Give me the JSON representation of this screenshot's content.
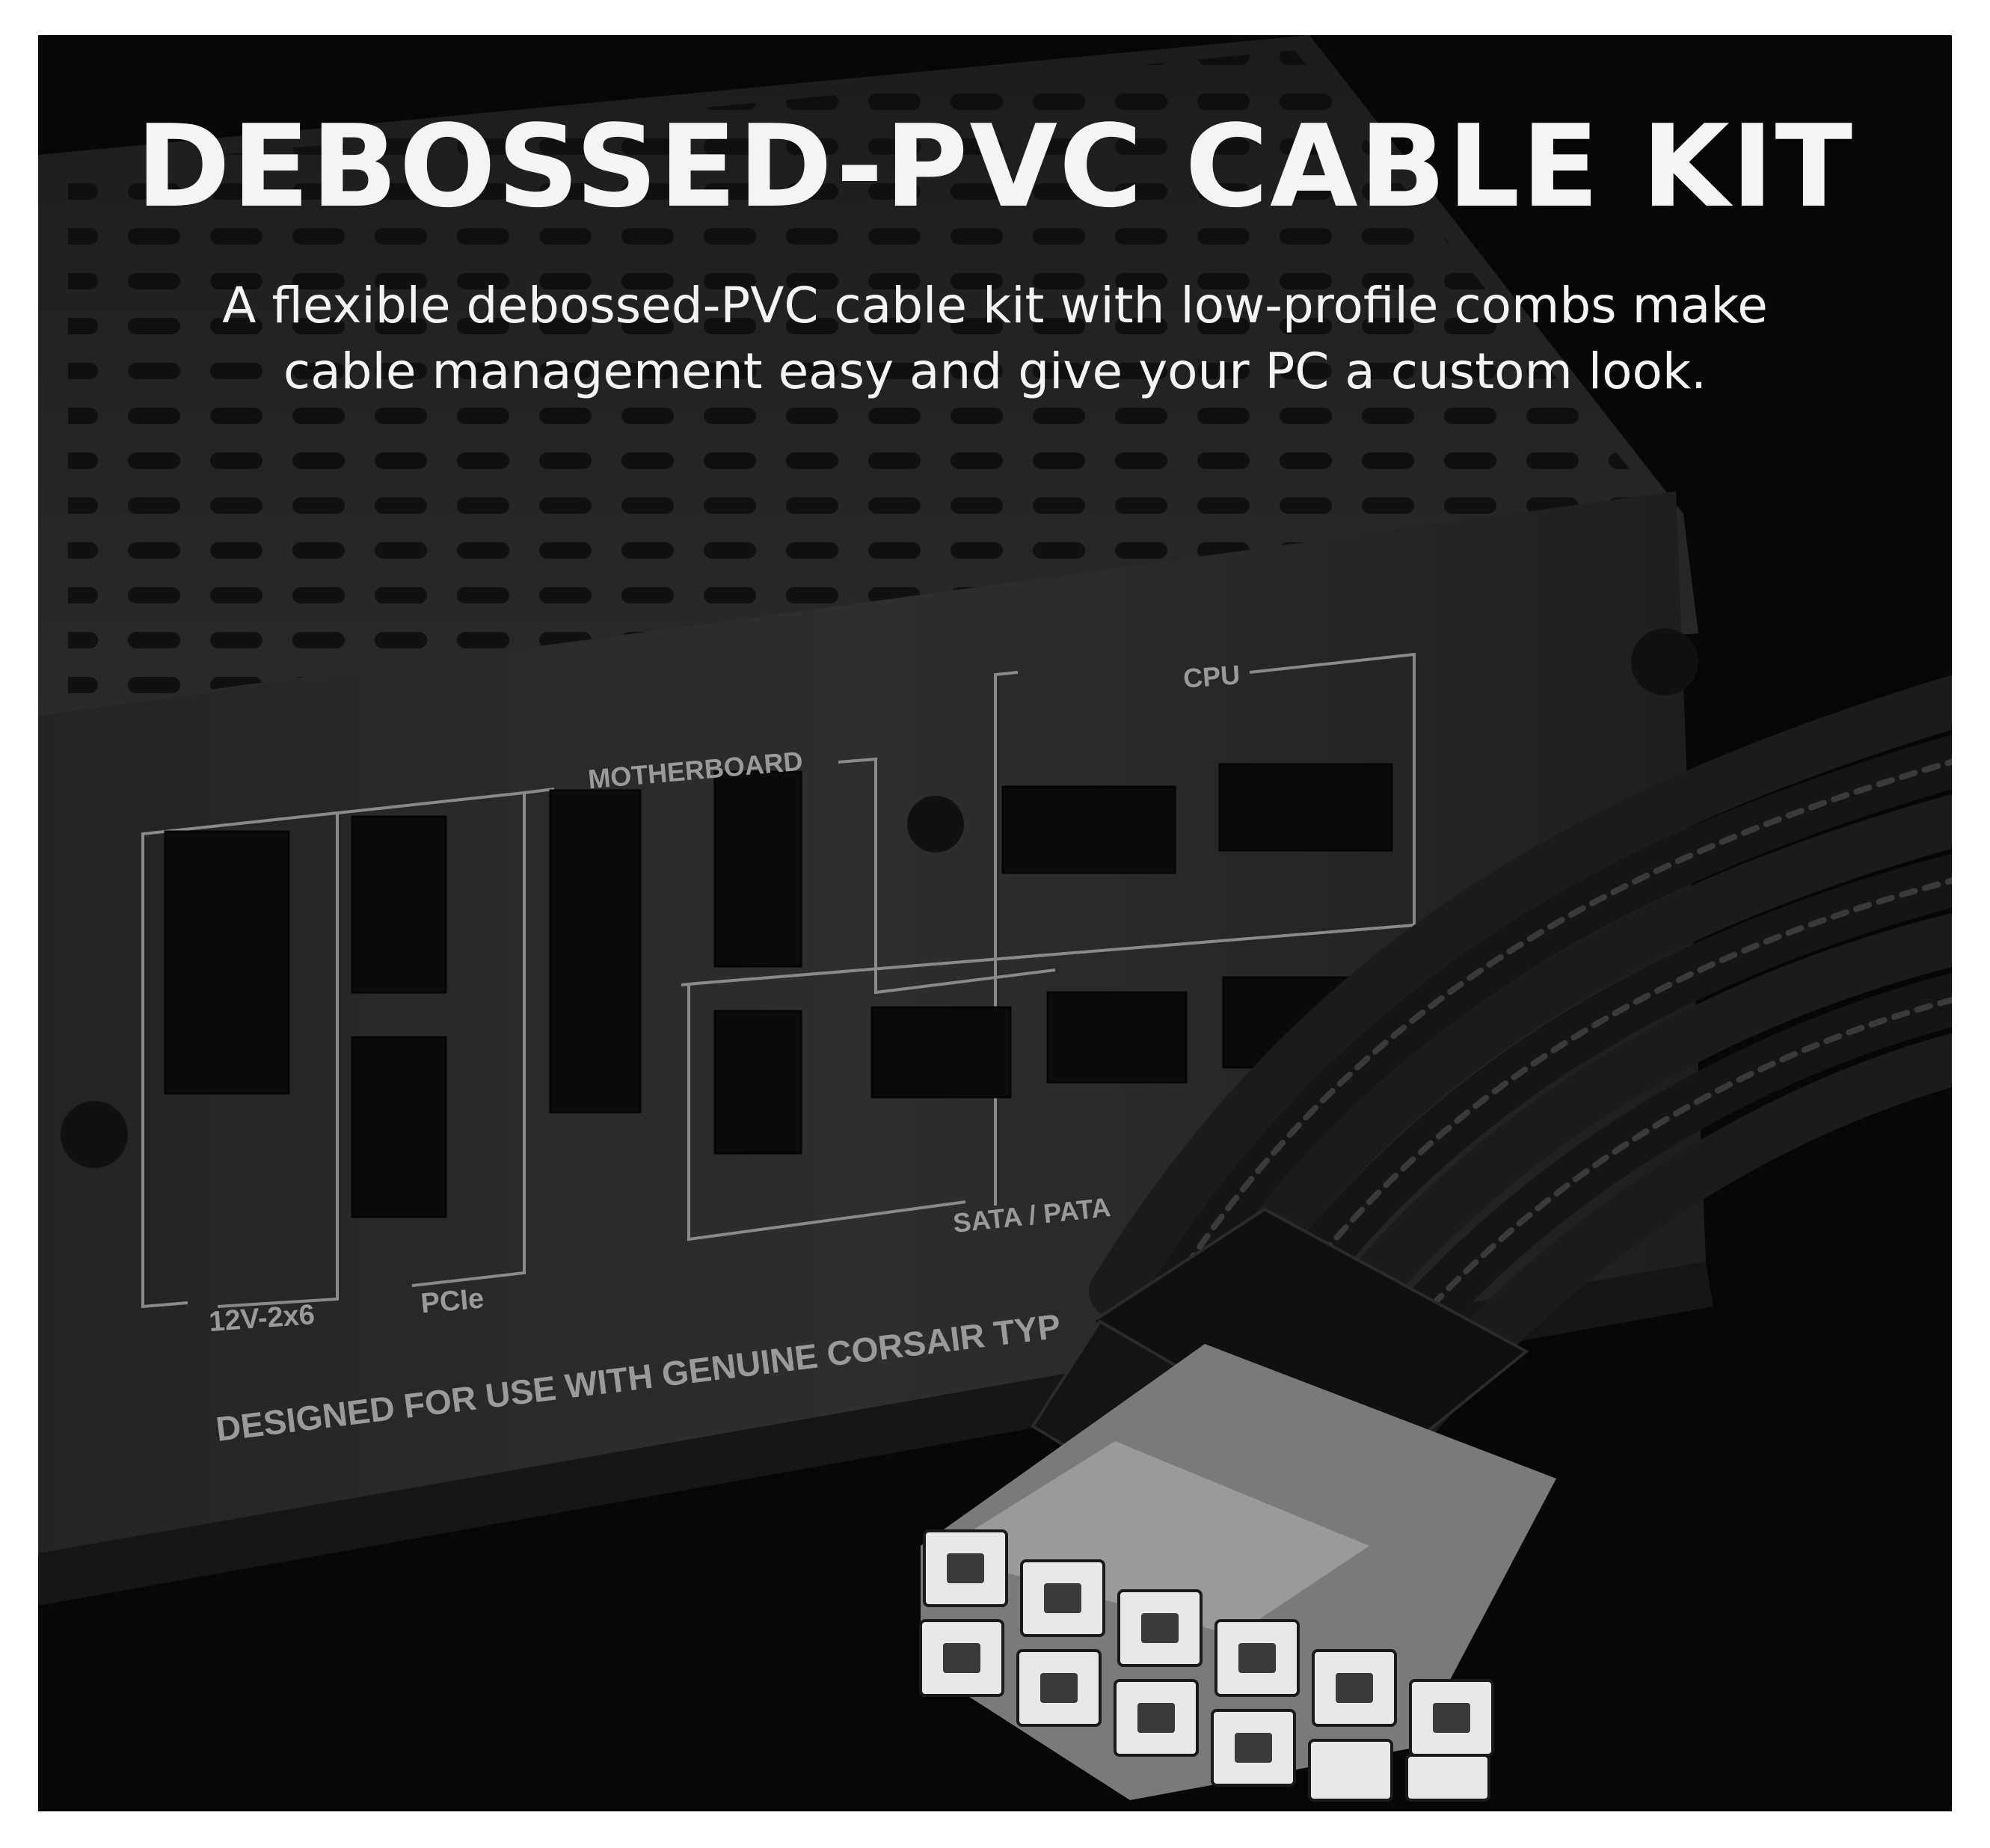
{
  "headline": {
    "title": "DEBOSSED-PVC CABLE KIT",
    "subtitle_line1": "A flexible debossed-PVC cable kit with low-profile combs make",
    "subtitle_line2": "cable management easy and give your PC a custom look."
  },
  "psu_panel": {
    "labels": {
      "cpu": "CPU",
      "motherboard": "MOTHERBOARD",
      "sata_pata": "SATA / PATA",
      "pcie": "PCIe",
      "twelve_v": "12V-2x6",
      "notice": "DESIGNED FOR USE WITH GENUINE CORSAIR TYP"
    }
  },
  "colors": {
    "background": "#070707",
    "frame_border": "#ffffff",
    "title_text": "#f4f4f4",
    "label_text": "#9a9a9a",
    "connector_white": "#e8e8e8"
  }
}
